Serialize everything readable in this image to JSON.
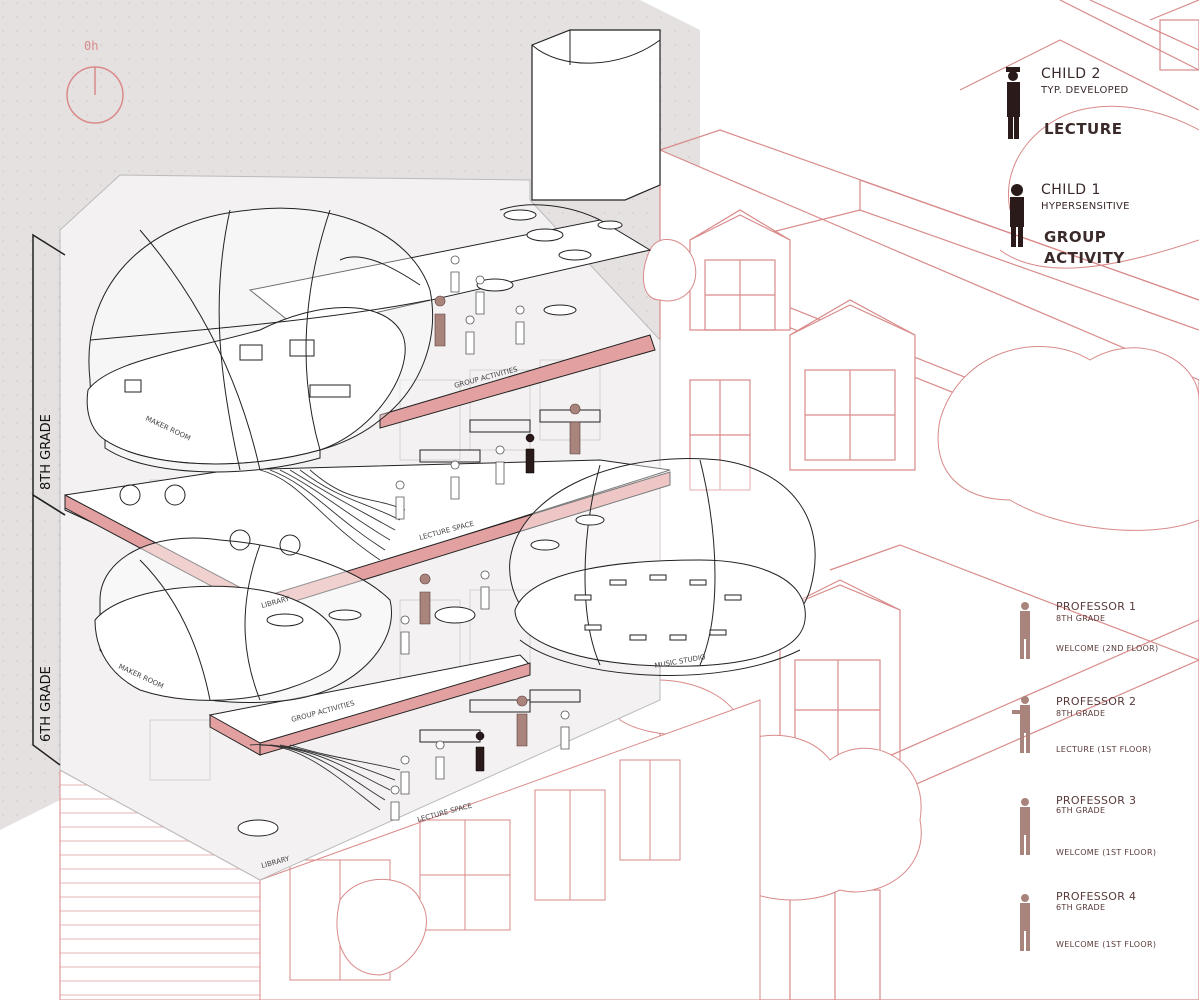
{
  "clock": {
    "label": "0h"
  },
  "grades": {
    "upper": "8TH GRADE",
    "lower": "6TH GRADE"
  },
  "spaces": {
    "maker_room_upper": "MAKER ROOM",
    "group_activities_upper": "GROUP ACTIVITIES",
    "lecture_space_upper": "LECTURE SPACE",
    "library_upper": "LIBRARY",
    "music_studio": "MUSIC STUDIO",
    "maker_room_lower": "MAKER ROOM",
    "group_activities_lower": "GROUP ACTIVITIES",
    "lecture_space_lower": "LECTURE SPACE",
    "library_lower": "LIBRARY"
  },
  "children": [
    {
      "name": "CHILD 2",
      "desc": "TYP. DEVELOPED",
      "activity": "LECTURE"
    },
    {
      "name": "CHILD 1",
      "desc": "HYPERSENSITIVE",
      "activity_line1": "GROUP",
      "activity_line2": "ACTIVITY"
    }
  ],
  "professors": [
    {
      "name": "PROFESSOR 1",
      "grade": "8TH GRADE",
      "activity": "WELCOME (2ND FLOOR)"
    },
    {
      "name": "PROFESSOR 2",
      "grade": "8TH GRADE",
      "activity": "LECTURE (1ST FLOOR)"
    },
    {
      "name": "PROFESSOR 3",
      "grade": "6TH GRADE",
      "activity": "WELCOME (1ST FLOOR)"
    },
    {
      "name": "PROFESSOR 4",
      "grade": "6TH GRADE",
      "activity": "WELCOME (1ST FLOOR)"
    }
  ],
  "colors": {
    "accent_red": "#d98a8a",
    "slab_red": "#e3a0a0",
    "child_dark": "#2a1a1a",
    "professor": "#a8847c",
    "sky": "#e8e3e3"
  }
}
